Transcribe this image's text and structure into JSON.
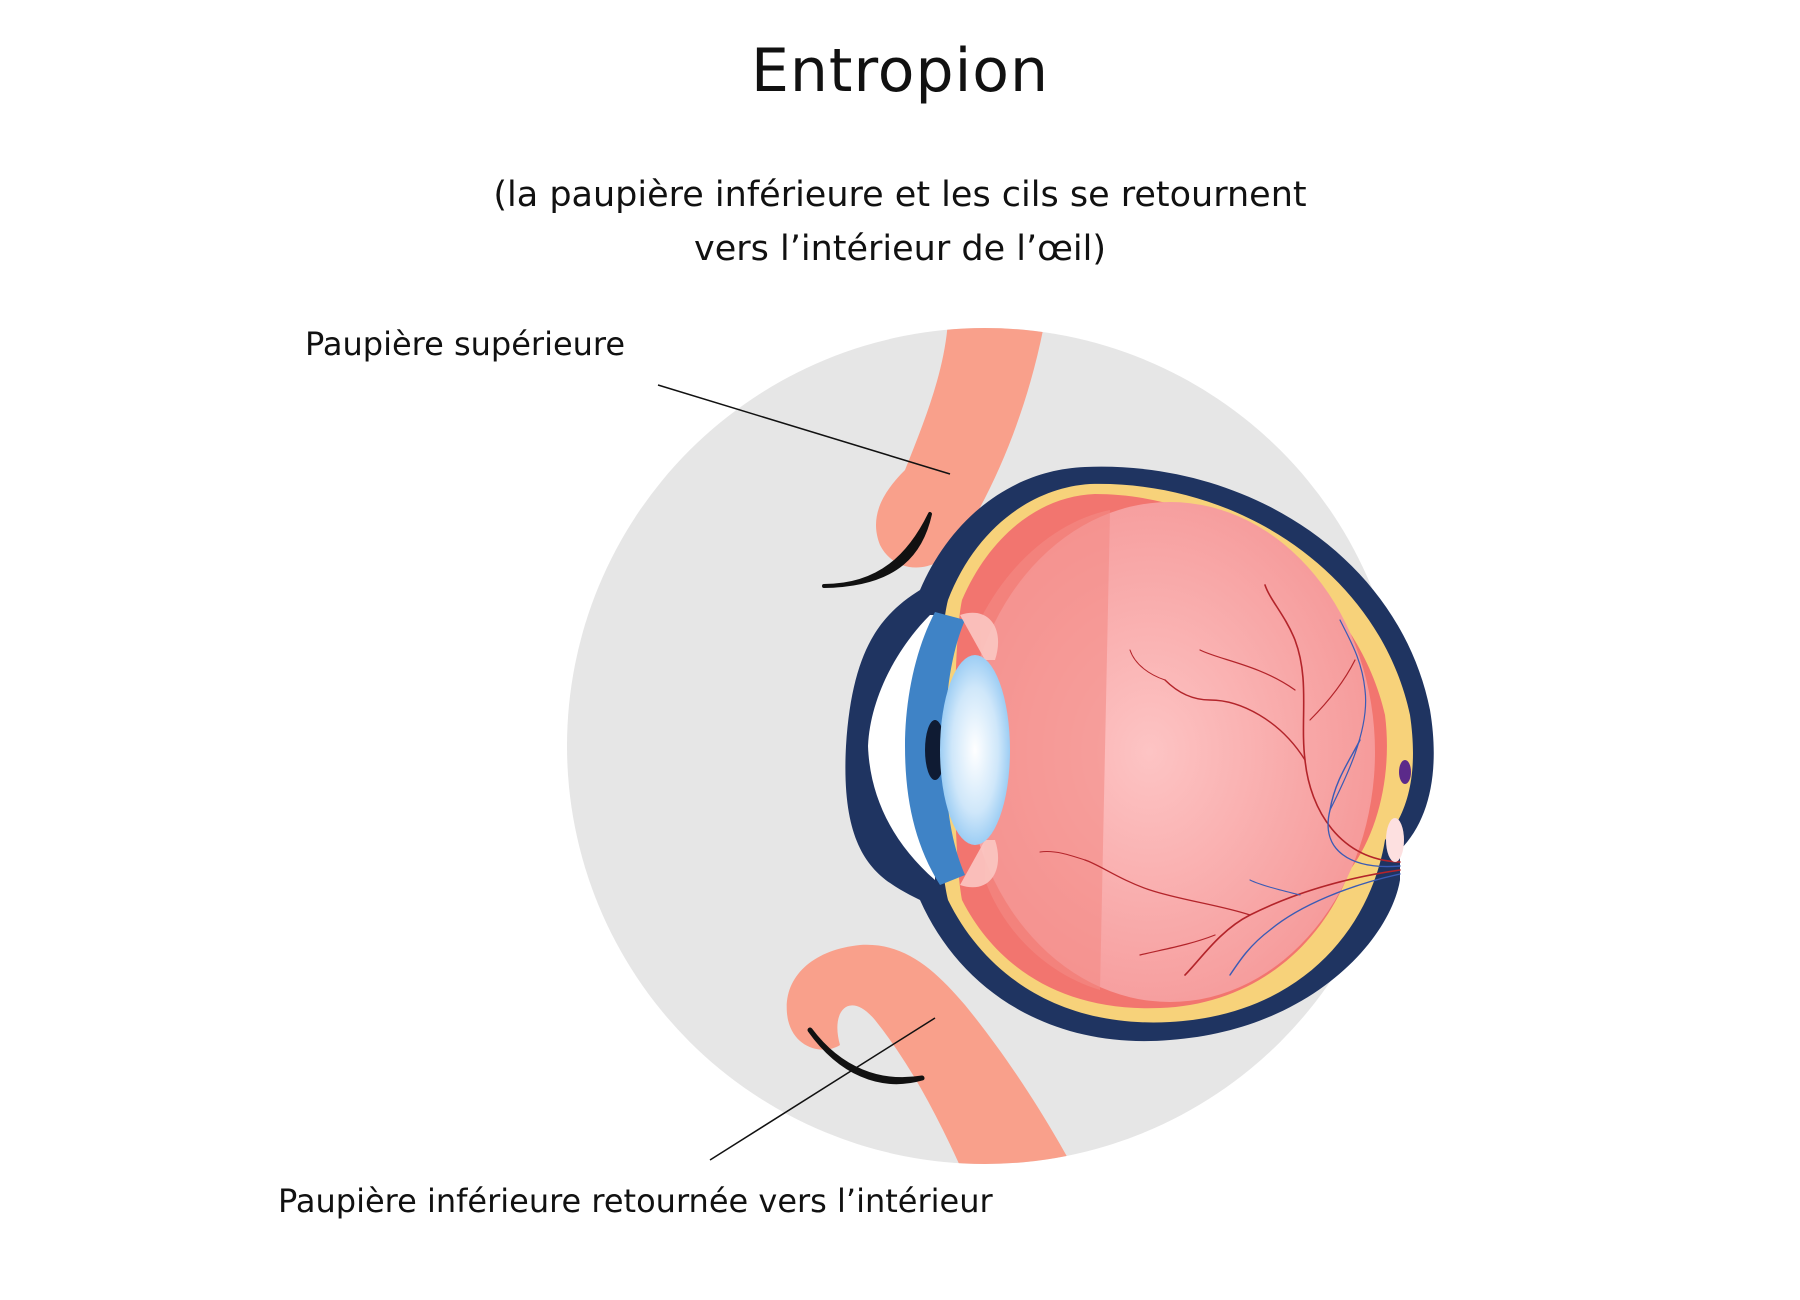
{
  "title": "Entropion",
  "subtitle": {
    "line1": "(la paupière inférieure et les cils se retournent",
    "line2": "vers l’intérieur de l’œil)"
  },
  "labels": {
    "upper_eyelid": "Paupière supérieure",
    "lower_eyelid": "Paupière inférieure retournée vers l’intérieur"
  },
  "colors": {
    "background_circle": "#e6e6e6",
    "eyelid": "#f9a08b",
    "sclera_outline": "#1f3461",
    "choroid": "#f7d27a",
    "retina_edge": "#f2756f",
    "vitreous": "#fbb7b7",
    "iris": "#3f83c6",
    "lens": "#b9dcf7",
    "vessel": "#b3242a",
    "lash": "#111111"
  }
}
